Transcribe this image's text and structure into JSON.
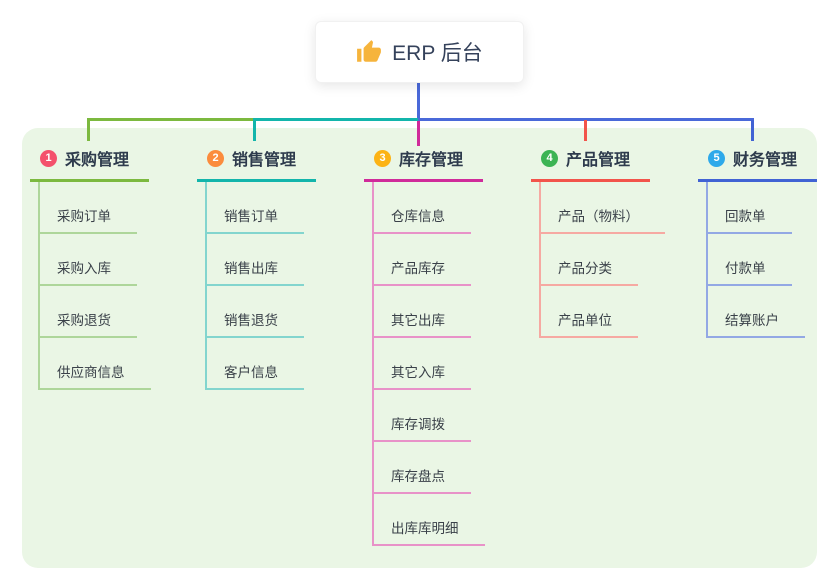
{
  "root": {
    "title": "ERP 后台",
    "icon": "thumbs-up-icon"
  },
  "colors": {
    "panel_bg": "#eaf6e5",
    "root_line": "#4a69d9"
  },
  "branches": [
    {
      "num": "1",
      "label": "采购管理",
      "color": "#7cb93f",
      "tint": "#aed69a",
      "badge_color": "#f4516c",
      "children": [
        "采购订单",
        "采购入库",
        "采购退货",
        "供应商信息"
      ]
    },
    {
      "num": "2",
      "label": "销售管理",
      "color": "#13b5ab",
      "tint": "#83d5ce",
      "badge_color": "#fb8c3d",
      "children": [
        "销售订单",
        "销售出库",
        "销售退货",
        "客户信息"
      ]
    },
    {
      "num": "3",
      "label": "库存管理",
      "color": "#d02b9a",
      "tint": "#e892c8",
      "badge_color": "#fcb315",
      "children": [
        "仓库信息",
        "产品库存",
        "其它出库",
        "其它入库",
        "库存调拨",
        "库存盘点",
        "出库库明细"
      ]
    },
    {
      "num": "4",
      "label": "产品管理",
      "color": "#f2544b",
      "tint": "#f6a9a2",
      "badge_color": "#3cb454",
      "children": [
        "产品（物料）",
        "产品分类",
        "产品单位"
      ]
    },
    {
      "num": "5",
      "label": "财务管理",
      "color": "#4163d4",
      "tint": "#93a8e4",
      "badge_color": "#2ea9ea",
      "children": [
        "回款单",
        "付款单",
        "结算账户"
      ]
    }
  ]
}
